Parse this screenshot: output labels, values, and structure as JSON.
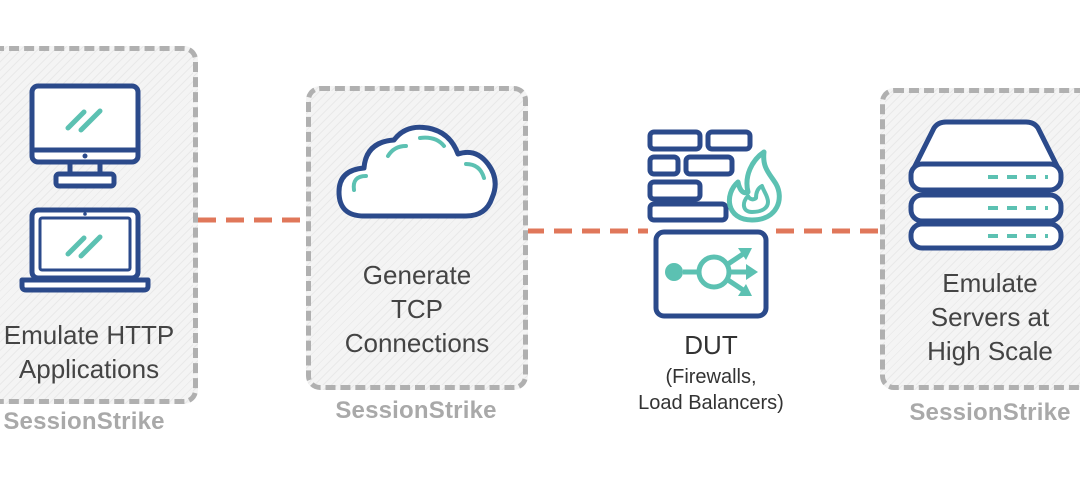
{
  "colors": {
    "navy": "#2b4a8b",
    "teal": "#5cc1b2",
    "connector": "#e0775a",
    "box_border": "#b0b0b0",
    "brand_gray": "#a9a9a9"
  },
  "nodes": {
    "client": {
      "label_line1": "Emulate HTTP",
      "label_line2": "Applications",
      "brand": "SessionStrike",
      "icons": [
        "monitor-icon",
        "laptop-icon"
      ]
    },
    "tcp": {
      "label_line1": "Generate",
      "label_line2": "TCP",
      "label_line3": "Connections",
      "brand": "SessionStrike",
      "icons": [
        "cloud-icon"
      ]
    },
    "dut": {
      "title": "DUT",
      "sub_line1": "(Firewalls,",
      "sub_line2": "Load Balancers)",
      "icons": [
        "firewall-icon",
        "load-balancer-icon"
      ]
    },
    "server": {
      "label_line1": "Emulate",
      "label_line2": "Servers at",
      "label_line3": "High Scale",
      "brand": "SessionStrike",
      "icons": [
        "server-stack-icon"
      ]
    }
  }
}
